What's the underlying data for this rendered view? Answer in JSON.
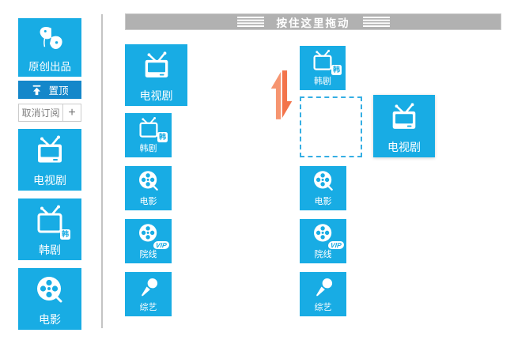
{
  "colors": {
    "tile_blue": "#18ace4",
    "pin_button_blue": "#1487ca",
    "drag_bar_gray": "#b1b1b1",
    "arrow_orange": "#f3744b",
    "arrow_orange_light": "#f69570",
    "placeholder_dash_blue": "#35aee3",
    "muted_text_gray": "#7f7f7f"
  },
  "sidebar": {
    "logo": {
      "label": "原创出品",
      "icon": "butterfly-logo-icon"
    },
    "pin": {
      "label": "置顶",
      "icon": "pin-to-top-icon"
    },
    "unsubscribe": {
      "label": "取消订阅"
    },
    "add": {
      "label": "+"
    },
    "tiles": [
      {
        "label": "电视剧",
        "icon": "tv-icon"
      },
      {
        "label": "韩剧",
        "icon": "tv-korean-icon",
        "badge": "韩"
      },
      {
        "label": "电影",
        "icon": "film-reel-icon"
      }
    ]
  },
  "main": {
    "drag_handle": {
      "label": "按住这里拖动",
      "icon": "drag-lines-icon"
    },
    "source_column": {
      "tiles": [
        {
          "label": "电视剧",
          "icon": "tv-icon",
          "size": "large"
        },
        {
          "label": "韩剧",
          "icon": "tv-korean-icon",
          "badge": "韩"
        },
        {
          "label": "电影",
          "icon": "film-reel-icon"
        },
        {
          "label": "院线",
          "icon": "film-reel-vip-icon",
          "badge": "VIP"
        },
        {
          "label": "综艺",
          "icon": "microphone-icon"
        }
      ]
    },
    "target_column": {
      "tiles": [
        {
          "label": "韩剧",
          "icon": "tv-korean-icon",
          "badge": "韩"
        },
        {
          "label": "电影",
          "icon": "film-reel-icon"
        },
        {
          "label": "院线",
          "icon": "film-reel-vip-icon",
          "badge": "VIP"
        },
        {
          "label": "综艺",
          "icon": "microphone-icon"
        }
      ],
      "placeholder": "drop-target"
    },
    "dragged_tile": {
      "label": "电视剧",
      "icon": "tv-icon"
    },
    "swap_indicator": {
      "icon": "swap-vertical-arrows-icon"
    }
  }
}
